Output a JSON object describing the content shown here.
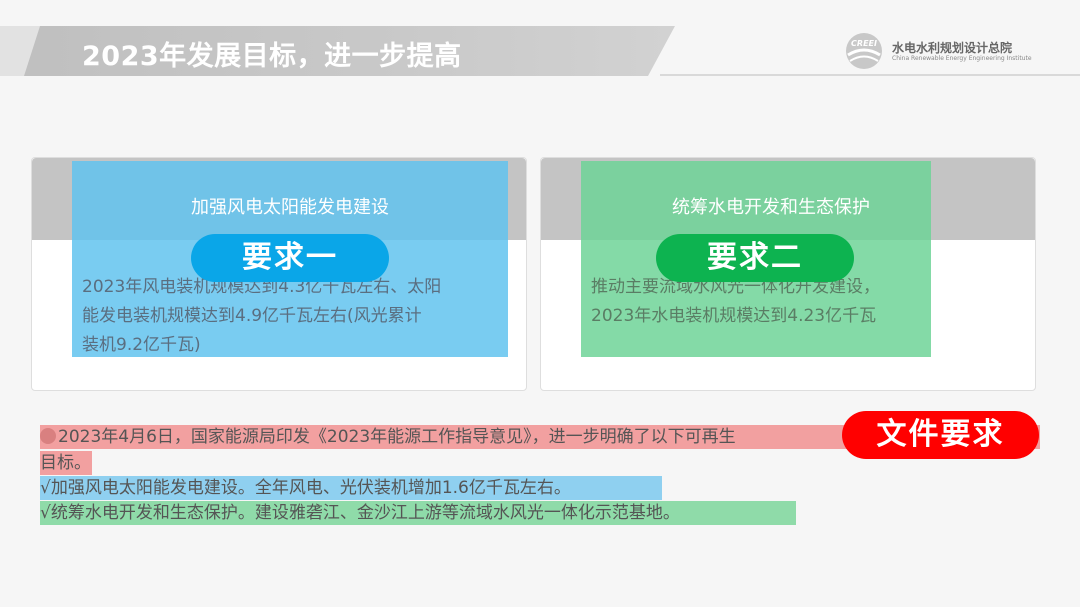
{
  "header": {
    "title": "2023年发展目标，进一步提高",
    "logo_cn": "水电水利规划设计总院",
    "logo_en": "China Renewable Energy Engineering Institute",
    "logo_mark_text": "CREEI"
  },
  "cards": [
    {
      "title": "加强风电太阳能发电建设",
      "badge": "要求一",
      "text_lines": [
        "2023年风电装机规模达到4.3亿千瓦左右、太阳",
        "能发电装机规模达到4.9亿千瓦左右(风光累计",
        "装机9.2亿千瓦)"
      ],
      "overlay_color": "#61c3ee",
      "badge_color": "#0aa6e8"
    },
    {
      "title": "统筹水电开发和生态保护",
      "badge": "要求二",
      "text_lines": [
        "推动主要流域水风光一体化开发建设，",
        "2023年水电装机规模达到4.23亿千瓦"
      ],
      "overlay_color": "#6fd398",
      "badge_color": "#0db350"
    }
  ],
  "document": {
    "badge": "文件要求",
    "line1": "2023年4月6日，国家能源局印发《2023年能源工作指导意见》，进一步明确了以下可再生",
    "line2": "目标。",
    "line3": "√加强风电太阳能发电建设。全年风电、光伏装机增加1.6亿千瓦左右。",
    "line4": "√统筹水电开发和生态保护。建设雅砻江、金沙江上游等流域水风光一体化示范基地。"
  },
  "colors": {
    "highlight_red": "#f2a0a0",
    "highlight_blue": "#8fd0f0",
    "highlight_green": "#8fdba9",
    "doc_badge": "#ff0000"
  }
}
